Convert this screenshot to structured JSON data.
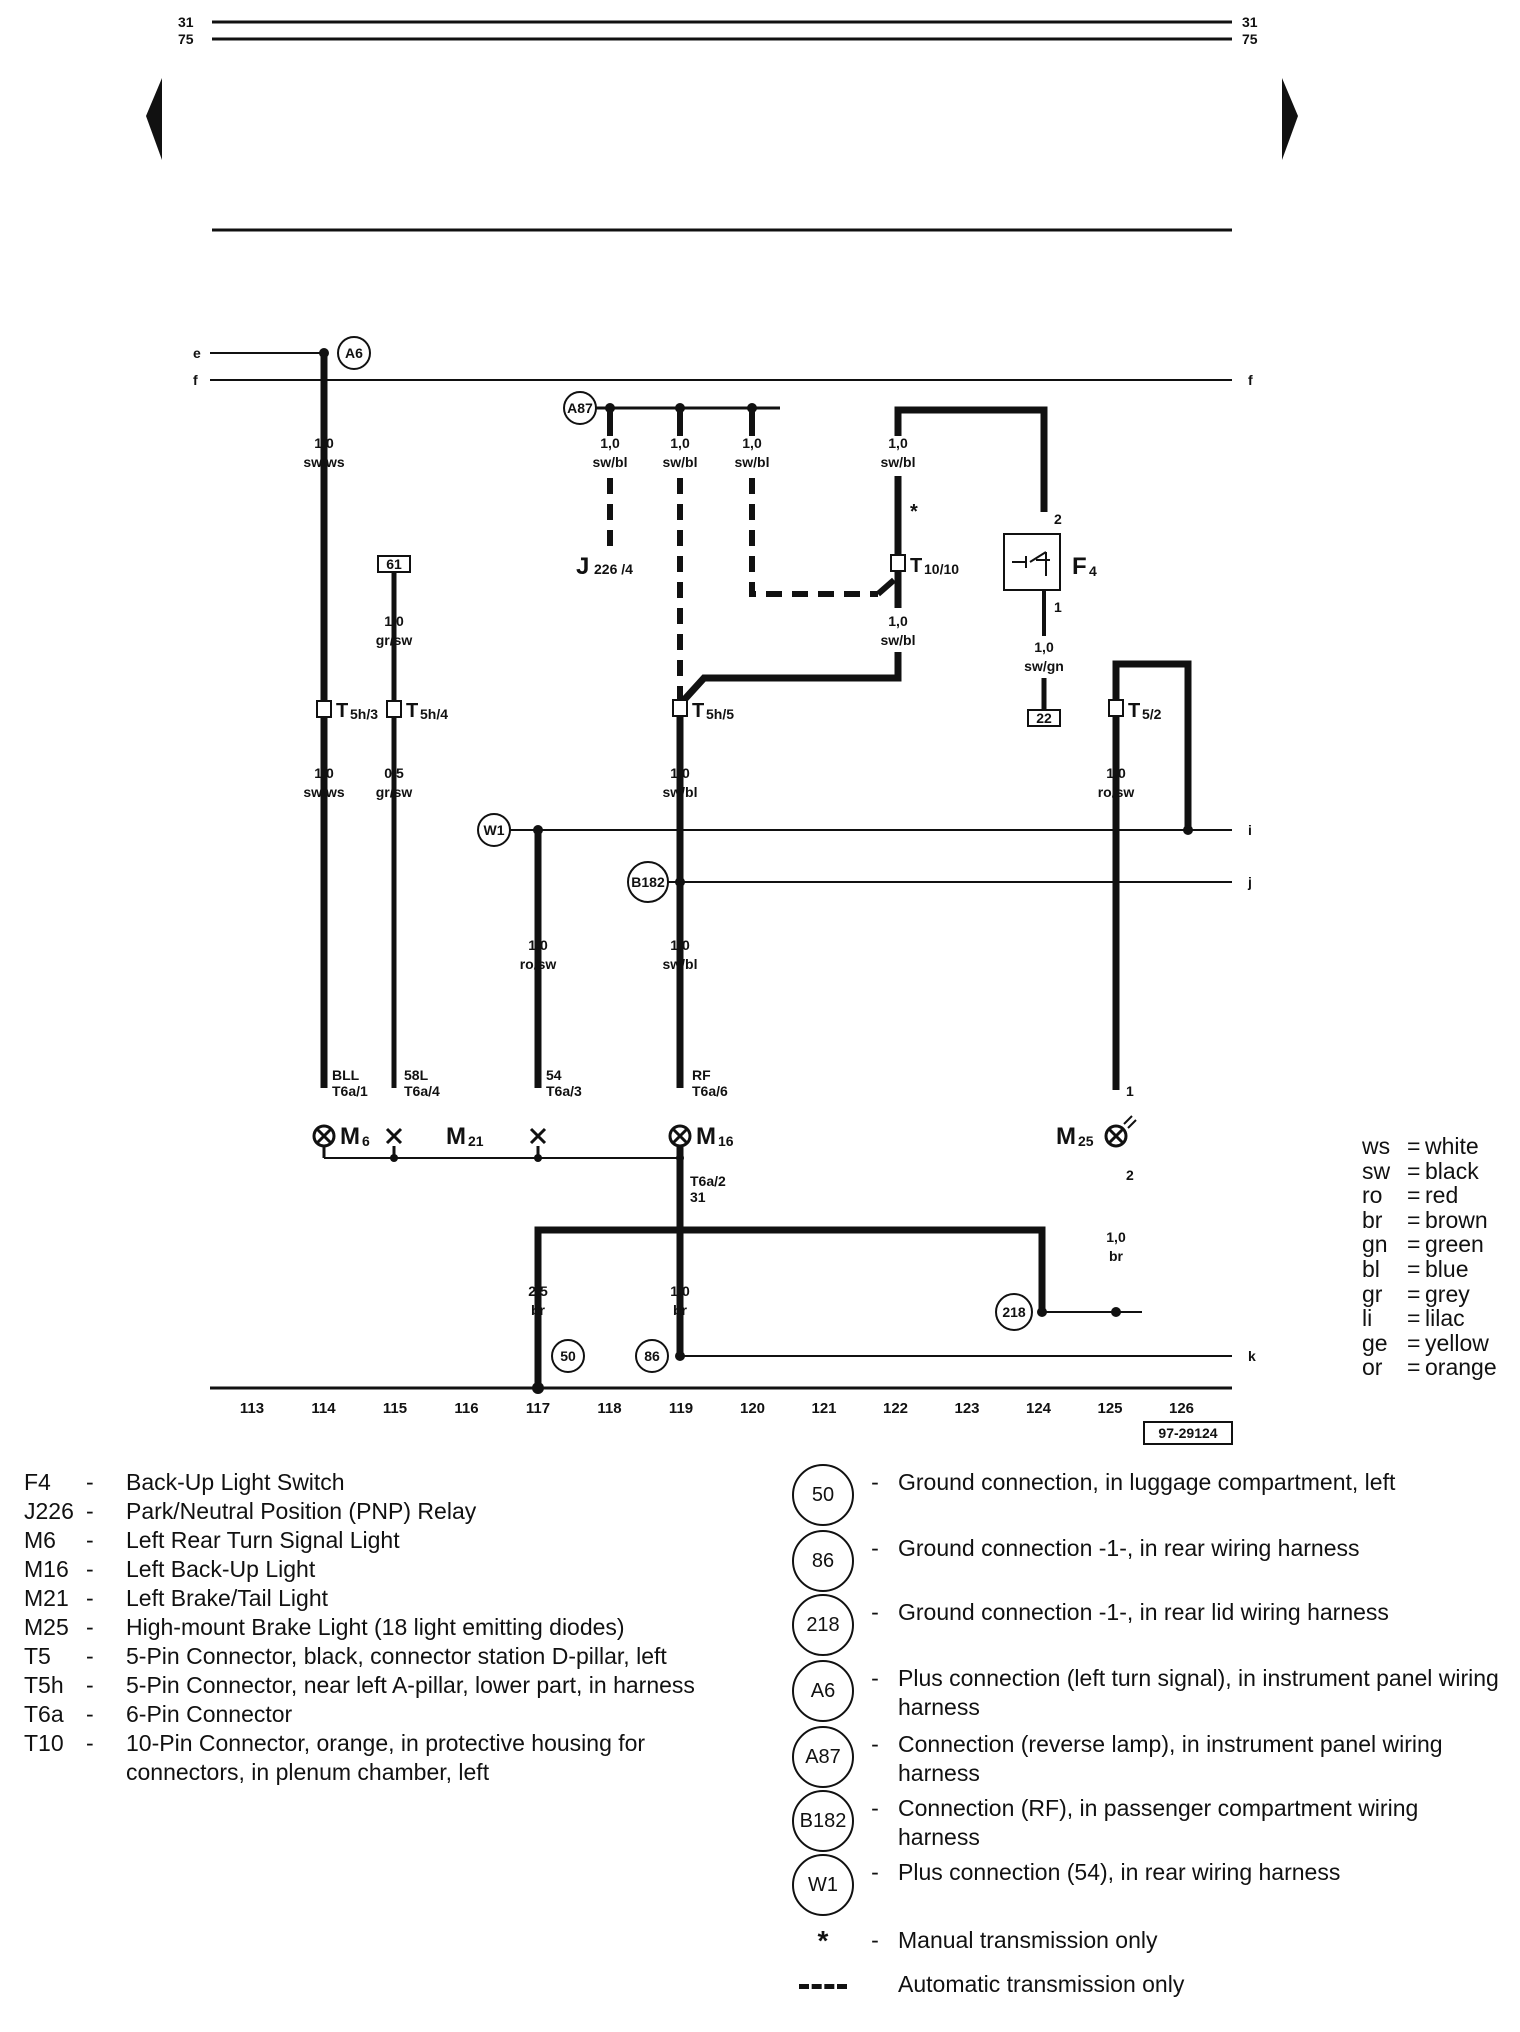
{
  "header": {
    "top_left_1": "31",
    "top_left_2": "75",
    "top_right_1": "31",
    "top_right_2": "75"
  },
  "busses": {
    "e": "e",
    "f_left": "f",
    "f_right": "f",
    "i": "i",
    "j": "j",
    "k": "k"
  },
  "grounds": {
    "a6": "A6",
    "a87": "A87",
    "w1": "W1",
    "b182": "B182",
    "g218": "218",
    "g50": "50",
    "g86": "86"
  },
  "terminals": {
    "t61": "61",
    "t22": "22"
  },
  "wires": {
    "w114a_g": "1,0",
    "w114a_c": "sw/ws",
    "w114b_g": "1,0",
    "w114b_c": "sw/ws",
    "w115a_g": "1,0",
    "w115a_c": "gr/sw",
    "w115b_g": "0,5",
    "w115b_c": "gr/sw",
    "w118_g": "1,0",
    "w118_c": "sw/bl",
    "w119a_g": "1,0",
    "w119a_c": "sw/bl",
    "w120_g": "1,0",
    "w120_c": "sw/bl",
    "w122a_g": "1,0",
    "w122a_c": "sw/bl",
    "w122b_g": "1,0",
    "w122b_c": "sw/bl",
    "w119b_g": "1,0",
    "w119b_c": "sw/bl",
    "w119c_g": "1,0",
    "w119c_c": "sw/bl",
    "w117_g": "1,0",
    "w117_c": "ro/sw",
    "w124_g": "1,0",
    "w124_c": "sw/gn",
    "w125a_g": "1,0",
    "w125a_c": "ro/sw",
    "w125b_g": "1,0",
    "w125b_c": "br",
    "w117b_g": "2,5",
    "w117b_c": "br",
    "w119d_g": "1,0",
    "w119d_c": "br"
  },
  "connectors": {
    "t5h3_main": "T",
    "t5h3_sub": "5h/3",
    "t5h4_main": "T",
    "t5h4_sub": "5h/4",
    "t5h5_main": "T",
    "t5h5_sub": "5h/5",
    "t1010_main": "T",
    "t1010_sub": "10/10",
    "t52_main": "T",
    "t52_sub": "5/2",
    "j226_main": "J",
    "j226_sub": "226 /4",
    "f4_main": "F",
    "f4_sub": "4",
    "f4_pin2": "2",
    "f4_pin1": "1",
    "m25_pin1": "1",
    "m25_pin2": "2",
    "star": "*"
  },
  "pins": {
    "bll": "BLL",
    "bll_sub": "T6a/1",
    "l58": "58L",
    "l58_sub": "T6a/4",
    "l54": "54",
    "l54_sub": "T6a/3",
    "rf": "RF",
    "rf_sub": "T6a/6",
    "t6a2": "T6a/2",
    "t6a2_31": "31"
  },
  "components": {
    "m6_main": "M",
    "m6_sub": "6",
    "m21_main": "M",
    "m21_sub": "21",
    "m16_main": "M",
    "m16_sub": "16",
    "m25_main": "M",
    "m25_sub": "25"
  },
  "columns": [
    "113",
    "114",
    "115",
    "116",
    "117",
    "118",
    "119",
    "120",
    "121",
    "122",
    "123",
    "124",
    "125",
    "126"
  ],
  "diagram_id": "97-29124",
  "color_key": [
    {
      "k": "ws",
      "v": "white"
    },
    {
      "k": "sw",
      "v": "black"
    },
    {
      "k": "ro",
      "v": "red"
    },
    {
      "k": "br",
      "v": "brown"
    },
    {
      "k": "gn",
      "v": "green"
    },
    {
      "k": "bl",
      "v": "blue"
    },
    {
      "k": "gr",
      "v": "grey"
    },
    {
      "k": "li",
      "v": "lilac"
    },
    {
      "k": "ge",
      "v": "yellow"
    },
    {
      "k": "or",
      "v": "orange"
    }
  ],
  "legend_left": [
    {
      "code": "F4",
      "desc": "Back-Up Light Switch"
    },
    {
      "code": "J226",
      "desc": "Park/Neutral Position (PNP) Relay"
    },
    {
      "code": "M6",
      "desc": "Left Rear Turn Signal Light"
    },
    {
      "code": "M16",
      "desc": "Left Back-Up Light"
    },
    {
      "code": "M21",
      "desc": "Left Brake/Tail Light"
    },
    {
      "code": "M25",
      "desc": "High-mount Brake Light (18 light emitting diodes)"
    },
    {
      "code": "T5",
      "desc": "5-Pin Connector, black, connector station D-pillar, left"
    },
    {
      "code": "T5h",
      "desc": "5-Pin Connector, near left A-pillar, lower part, in harness"
    },
    {
      "code": "T6a",
      "desc": "6-Pin Connector"
    },
    {
      "code": "T10",
      "desc": "10-Pin Connector, orange, in protective housing for connectors, in plenum chamber, left"
    }
  ],
  "legend_right": [
    {
      "sym": "50",
      "desc": "Ground connection, in luggage compartment, left"
    },
    {
      "sym": "86",
      "desc": "Ground connection -1-, in rear wiring harness"
    },
    {
      "sym": "218",
      "desc": "Ground connection -1-, in rear lid wiring harness"
    },
    {
      "sym": "A6",
      "desc": "Plus connection (left turn signal), in instrument panel wiring harness"
    },
    {
      "sym": "A87",
      "desc": "Connection (reverse lamp), in instrument panel wiring harness"
    },
    {
      "sym": "B182",
      "desc": "Connection (RF), in passenger compartment wiring harness"
    },
    {
      "sym": "W1",
      "desc": "Plus connection (54), in rear wiring harness"
    }
  ],
  "notes": {
    "star_sym": "*",
    "star_desc": "Manual transmission only",
    "dash_desc": "Automatic transmission only"
  }
}
